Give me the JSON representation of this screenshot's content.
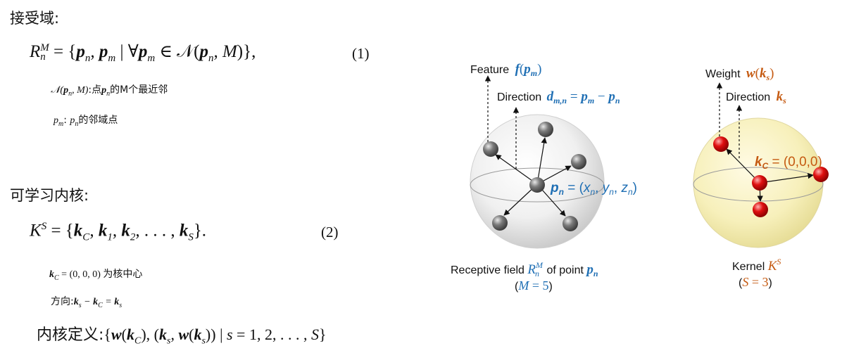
{
  "left": {
    "heading1": "接受域:",
    "eq1": "R_n^M = {p_n, p_m | ∀p_m ∈ 𝒩(p_n, M)},",
    "eq1_num": "(1)",
    "note1": "𝒩(p_n, M):点p_n的M个最近邻",
    "note2": "p_m: p_n的邻域点",
    "heading2": "可学习内核:",
    "eq2": "K^S = {k_C, k_1, k_2, ..., k_S}.",
    "eq2_num": "(2)",
    "note3": "k_C = (0, 0, 0) 为核中心",
    "note4": "方向:k_s − k_C = k_s",
    "eq3": "内核定义:{w(k_C), (k_s, w(k_s)) | s = 1, 2, ..., S}"
  },
  "receptive": {
    "feature_label": "Feature",
    "feature_math": "f(p_m)",
    "direction_label": "Direction",
    "direction_math": "d_m,n = p_m − p_n",
    "center_math": "p_n = (x_n, y_n, z_n)",
    "caption_line1": "Receptive field R_n^M of point p_n",
    "caption_line2": "(M = 5)"
  },
  "kernel": {
    "weight_label": "Weight",
    "weight_math": "w(k_s)",
    "direction_label": "Direction",
    "direction_math": "k_s",
    "center_math": "k_C = (0,0,0)",
    "caption_line1": "Kernel K^S",
    "caption_line2": "(S = 3)"
  },
  "colors": {
    "blue": "#1f6fb4",
    "orange": "#c55a11",
    "gray_ball": "#6e6e6e",
    "red_ball": "#e01010",
    "kernel_sphere": "#f7f0bb"
  }
}
